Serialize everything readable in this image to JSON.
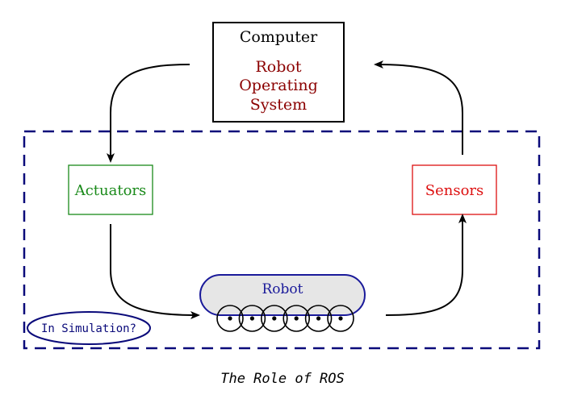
{
  "computer": {
    "title": "Computer",
    "ros_lines": [
      "Robot",
      "Operating",
      "System"
    ],
    "title_color": "#000000",
    "ros_color": "#8b0000"
  },
  "actuators": {
    "label": "Actuators",
    "color": "#1a8a1a"
  },
  "sensors": {
    "label": "Sensors",
    "color": "#dd1111"
  },
  "robot": {
    "label": "Robot",
    "color": "#1a1a9a",
    "fill": "#e6e6e6",
    "wheel_count": 6
  },
  "simulation": {
    "label": "In Simulation?",
    "color": "#0a0a7a"
  },
  "caption": "The Role of ROS",
  "dashed_region_color": "#0a0a7a"
}
